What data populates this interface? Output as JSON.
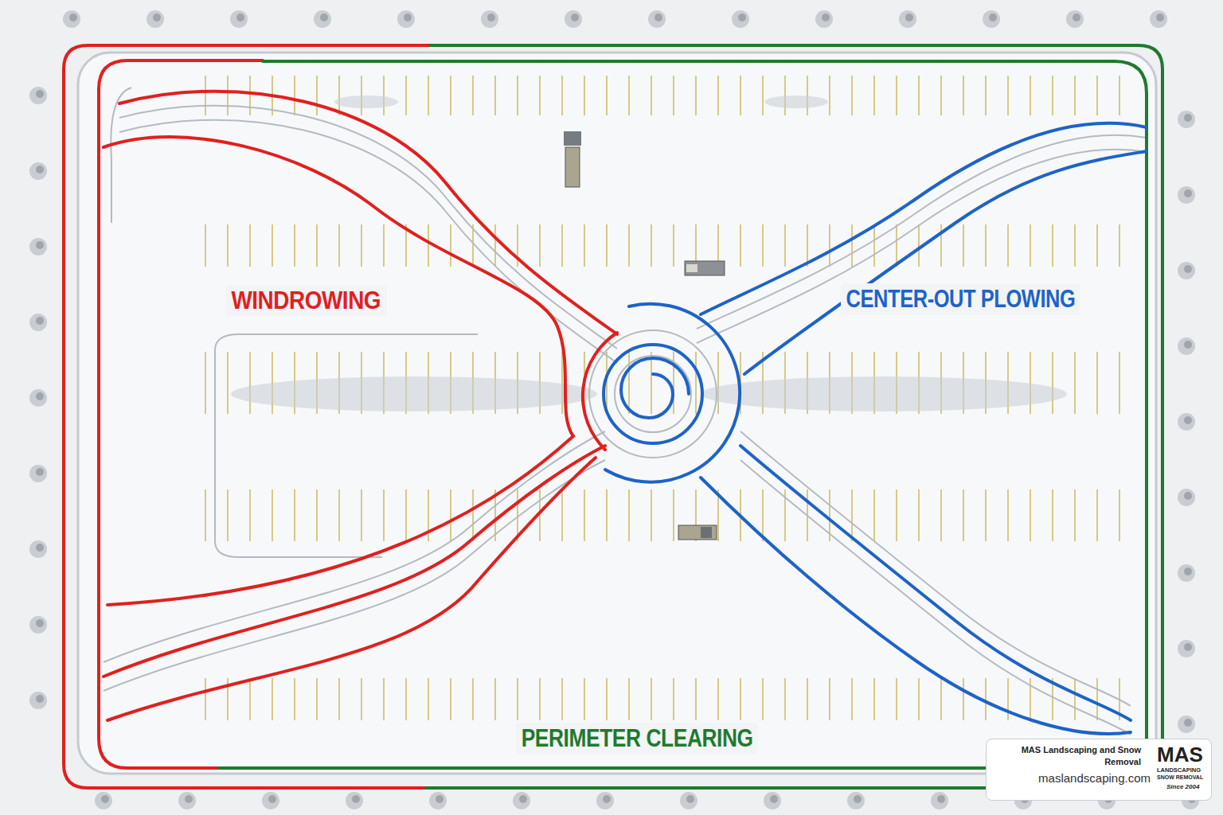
{
  "diagram": {
    "nodes": [
      {
        "text": [
          "MAS Landscaping and Snow Removal",
          "maslandscaping.com",
          "MAS",
          "LANDSCAPING",
          "SNOW REMOVAL",
          "Since 2004"
        ]
      }
    ],
    "labels": [
      "WINDROWING",
      "CENTER-OUT PLOWING",
      "PERIMETER CLEARING"
    ]
  }
}
